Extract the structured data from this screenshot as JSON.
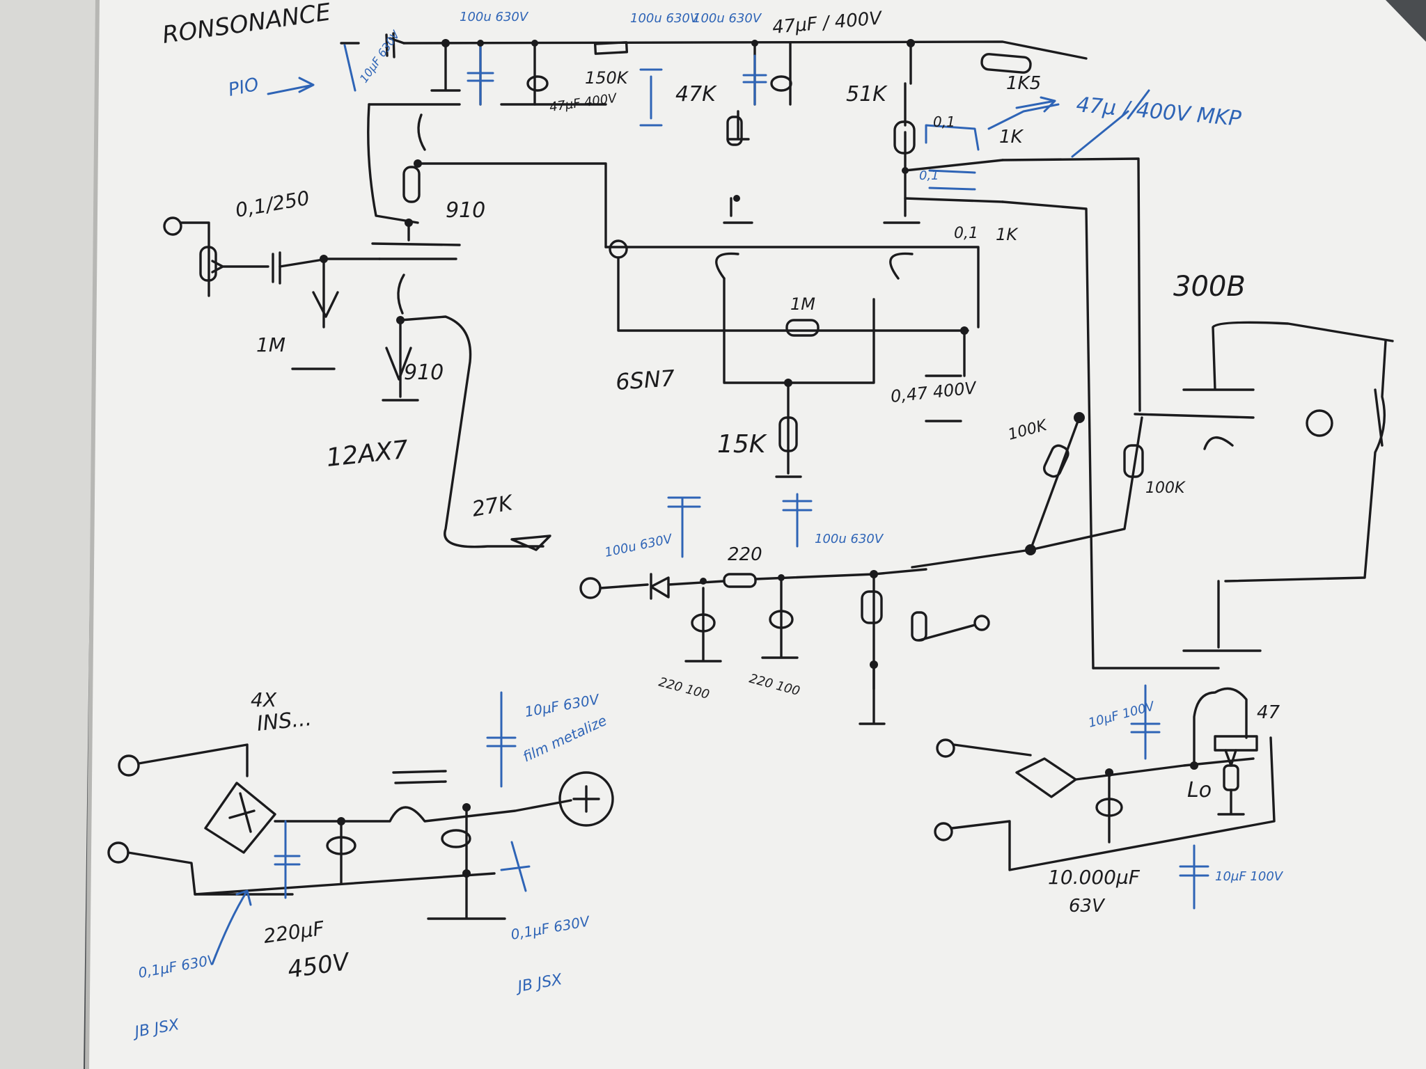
{
  "colors": {
    "ink": "#1b1b1d",
    "blue_ink": "#2e64b6",
    "paper": "#f1f1ef",
    "background": "#4a4d50"
  },
  "title": "RONSONANCE",
  "labels": {
    "pio": "PIO",
    "c_in": "0,1/250",
    "r_grid": "1M",
    "r_k1": "910",
    "r_k2": "910",
    "tube_12ax7": "12AX7",
    "r_27k": "27K",
    "c_top1": "10µF 630V",
    "c_top2": "100u 630V",
    "c_top3": "47µF 400V",
    "r_150k": "150K",
    "c_top4": "100u 630V",
    "c_top5": "100u 630V",
    "c_top6": "47µF / 400V",
    "r_47k": "47K",
    "r_51k": "51K",
    "r_1k5": "1K5",
    "note_mkp": "47µ / 400V MKP",
    "c_01a": "0,1",
    "c_01b": "0,1",
    "r_1ka": "1K",
    "c_01c": "0,1",
    "r_1kb": "1K",
    "tube_6sn7": "6SN7",
    "r_1m": "1M",
    "r_15k": "15K",
    "c_047": "0,47 400V",
    "tube_300b": "300B",
    "r_100ka": "100K",
    "r_100kb": "100K",
    "r_220": "220",
    "c_bias1": "100u 630V",
    "c_bias2": "100u 630V",
    "c_bias3": "220 100",
    "c_bias4": "220 100",
    "note_4x": "4X",
    "note_ins": "INS...",
    "c_psu1": "10µF 630V",
    "note_film": "film metalize",
    "c_220uf": "220µF",
    "v_450": "450V",
    "c_psu2": "0,1µF 630V",
    "note_jb1": "JB JSX",
    "c_psu3": "0,1µF 630V",
    "note_jb2": "JB JSX",
    "c_fil1": "10µF 100V",
    "r_47": "47",
    "r_lo": "Lo",
    "c_fil2": "10.000µF",
    "v_63": "63V",
    "c_fil3": "10µF 100V"
  }
}
